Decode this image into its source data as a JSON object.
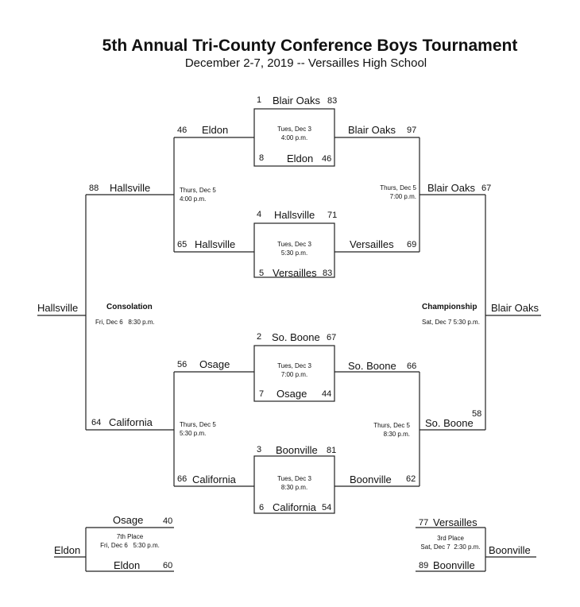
{
  "title": "5th Annual Tri-County Conference Boys Tournament",
  "subtitle": "December 2-7, 2019 -- Versailles High School",
  "first_round": [
    {
      "top_seed": "1",
      "top_team": "Blair Oaks",
      "top_score": "83",
      "bottom_seed": "8",
      "bottom_team": "Eldon",
      "bottom_score": "46",
      "date": "Tues, Dec 3",
      "time": "4:00 p.m."
    },
    {
      "top_seed": "4",
      "top_team": "Hallsville",
      "top_score": "71",
      "bottom_seed": "5",
      "bottom_team": "Versailles",
      "bottom_score": "83",
      "date": "Tues, Dec 3",
      "time": "5:30 p.m."
    },
    {
      "top_seed": "2",
      "top_team": "So. Boone",
      "top_score": "67",
      "bottom_seed": "7",
      "bottom_team": "Osage",
      "bottom_score": "44",
      "date": "Tues, Dec 3",
      "time": "7:00 p.m."
    },
    {
      "top_seed": "3",
      "top_team": "Boonville",
      "top_score": "81",
      "bottom_seed": "6",
      "bottom_team": "California",
      "bottom_score": "54",
      "date": "Tues, Dec 3",
      "time": "8:30 p.m."
    }
  ],
  "consolation_semis": [
    {
      "top_team": "Eldon",
      "top_score": "46",
      "bottom_team": "Hallsville",
      "bottom_score": "65",
      "date": "Thurs, Dec 5",
      "time": "4:00 p.m."
    },
    {
      "top_team": "Osage",
      "top_score": "56",
      "bottom_team": "California",
      "bottom_score": "66",
      "date": "Thurs, Dec 5",
      "time": "5:30 p.m."
    }
  ],
  "winners_semis": [
    {
      "top_team": "Blair Oaks",
      "top_score": "97",
      "bottom_team": "Versailles",
      "bottom_score": "69",
      "date": "Thurs, Dec 5",
      "time": "7:00 p.m."
    },
    {
      "top_team": "So. Boone",
      "top_score": "66",
      "bottom_team": "Boonville",
      "bottom_score": "62",
      "date": "Thurs, Dec 5",
      "time": "8:30 p.m."
    }
  ],
  "consolation_final": {
    "label": "Consolation",
    "date": "Fri, Dec 6",
    "time": "8:30 p.m.",
    "top_team": "Hallsville",
    "top_score": "88",
    "bottom_team": "California",
    "bottom_score": "64",
    "winner": "Hallsville"
  },
  "championship": {
    "label": "Championship",
    "date": "Sat, Dec 7",
    "time": "5:30 p.m.",
    "top_team": "Blair Oaks",
    "top_score": "67",
    "bottom_team": "So. Boone",
    "bottom_score": "58",
    "winner": "Blair Oaks"
  },
  "seventh_place": {
    "label": "7th Place",
    "date": "Fri, Dec 6",
    "time": "5:30 p.m.",
    "top_team": "Osage",
    "top_score": "40",
    "bottom_team": "Eldon",
    "bottom_score": "60",
    "winner": "Eldon"
  },
  "third_place": {
    "label": "3rd Place",
    "date": "Sat, Dec 7",
    "time": "2:30 p.m.",
    "top_team": "Versailles",
    "top_score": "77",
    "bottom_team": "Boonville",
    "bottom_score": "89",
    "winner": "Boonville"
  }
}
